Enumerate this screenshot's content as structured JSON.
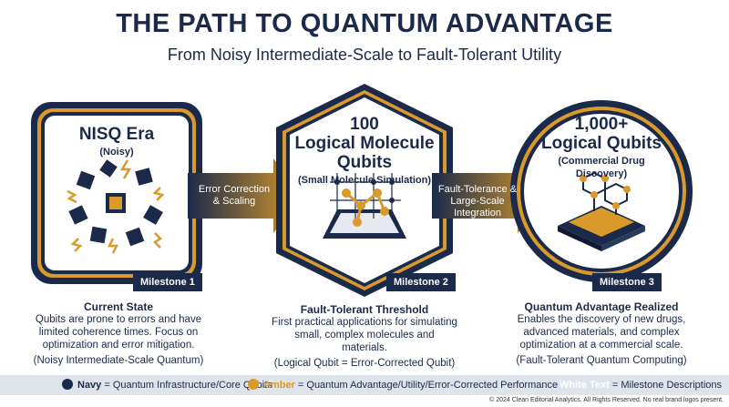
{
  "title": "THE PATH TO QUANTUM ADVANTAGE",
  "subtitle": "From Noisy Intermediate-Scale to Fault-Tolerant Utility",
  "stages": [
    {
      "title": "NISQ Era",
      "subtitle": "(Noisy)",
      "milestone": "Milestone 1",
      "desc_title": "Current State",
      "desc_body": "Qubits are prone to errors and have limited coherence times. Focus on optimization and error mitigation.",
      "desc_note": "(Noisy Intermediate-Scale Quantum)"
    },
    {
      "title_line1": "100",
      "title_line2": "Logical Molecule Qubits",
      "subtitle": "(Small Molecule Simulation)",
      "milestone": "Milestone 2",
      "desc_title": "Fault-Tolerant Threshold",
      "desc_body": "First practical applications for simulating small, complex molecules and materials.",
      "desc_note": "(Logical Qubit = Error-Corrected Qubit)"
    },
    {
      "title_line1": "1,000+",
      "title_line2": "Logical Qubits",
      "subtitle": "(Commercial Drug Discovery)",
      "milestone": "Milestone 3",
      "desc_title": "Quantum Advantage Realized",
      "desc_body": "Enables the discovery of new drugs, advanced materials, and complex optimization at a commercial scale.",
      "desc_note": "(Fault-Tolerant Quantum Computing)"
    }
  ],
  "arrows": [
    {
      "label": "Error Correction & Scaling"
    },
    {
      "label": "Fault-Tolerance & Large-Scale Integration"
    }
  ],
  "legend": {
    "navy_key": "Navy",
    "navy_text": "= Quantum Infrastructure/Core Qubits",
    "amber_key": "Amber",
    "amber_text": "= Quantum Advantage/Utility/Error-Corrected Performance",
    "white_key": "White Text",
    "white_text": "= Milestone Descriptions"
  },
  "footer": "© 2024 Clean Editorial Analytics. All Rights Reserved. No real brand logos present.",
  "colors": {
    "navy": "#1b2a4a",
    "amber": "#d99a2b",
    "white": "#ffffff"
  }
}
